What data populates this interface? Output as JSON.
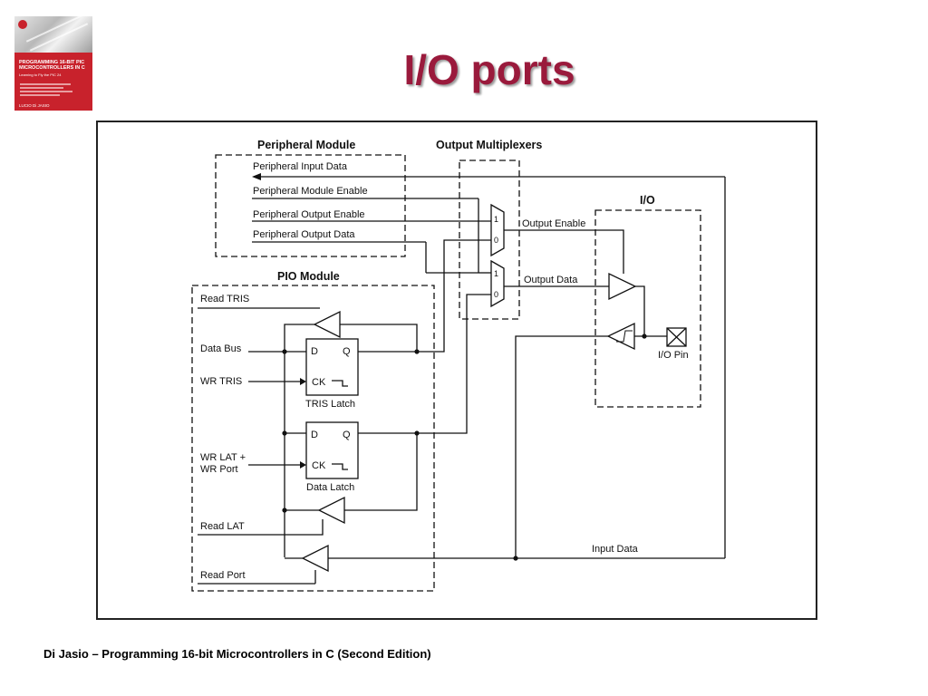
{
  "slide": {
    "title": "I/O ports",
    "footer": "Di Jasio – Programming 16-bit Microcontrollers in C (Second Edition)"
  },
  "book_cover": {
    "title": "PROGRAMMING 16-BIT PIC\nMICROCONTROLLERS IN C",
    "subtitle": "Learning to Fly the PIC 24",
    "author": "LUCIO Di JASIO"
  },
  "diagram": {
    "peripheral_module": {
      "title": "Peripheral Module",
      "signals": [
        "Peripheral Input Data",
        "Peripheral Module Enable",
        "Peripheral Output Enable",
        "Peripheral Output Data"
      ]
    },
    "output_multiplexers": {
      "title": "Output Multiplexers",
      "mux_inputs": [
        "1",
        "0"
      ]
    },
    "io": {
      "title": "I/O",
      "output_enable": "Output Enable",
      "output_data": "Output Data",
      "pin": "I/O Pin"
    },
    "pio_module": {
      "title": "PIO Module",
      "read_tris": "Read TRIS",
      "data_bus": "Data Bus",
      "wr_tris": "WR TRIS",
      "wr_lat_1": "WR LAT +",
      "wr_lat_2": "WR Port",
      "read_lat": "Read LAT",
      "read_port": "Read Port",
      "input_data": "Input Data",
      "tris_latch": "TRIS Latch",
      "data_latch": "Data Latch",
      "d": "D",
      "q": "Q",
      "ck": "CK"
    }
  },
  "colors": {
    "title": "#9a1a3c",
    "cover": "#c8222c"
  }
}
